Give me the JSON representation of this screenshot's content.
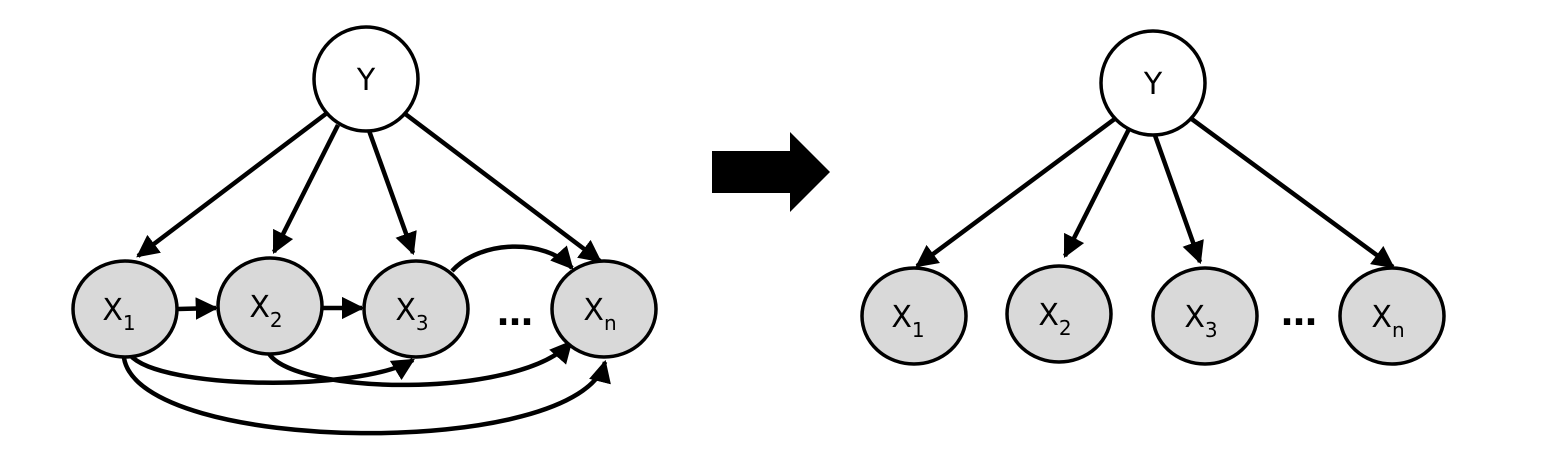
{
  "colors": {
    "observed_fill": "#d9d9d9",
    "latent_fill": "#ffffff",
    "stroke": "#000000",
    "arrow": "#000000"
  },
  "icons": {
    "transition": "right-arrow-icon"
  },
  "left_graph": {
    "class_node": {
      "main": "Y",
      "sub": ""
    },
    "feature_nodes": [
      {
        "main": "X",
        "sub": "1"
      },
      {
        "main": "X",
        "sub": "2"
      },
      {
        "main": "X",
        "sub": "3"
      },
      {
        "main": "X",
        "sub": "n"
      }
    ],
    "ellipsis": "…"
  },
  "right_graph": {
    "class_node": {
      "main": "Y",
      "sub": ""
    },
    "feature_nodes": [
      {
        "main": "X",
        "sub": "1"
      },
      {
        "main": "X",
        "sub": "2"
      },
      {
        "main": "X",
        "sub": "3"
      },
      {
        "main": "X",
        "sub": "n"
      }
    ],
    "ellipsis": "…"
  }
}
